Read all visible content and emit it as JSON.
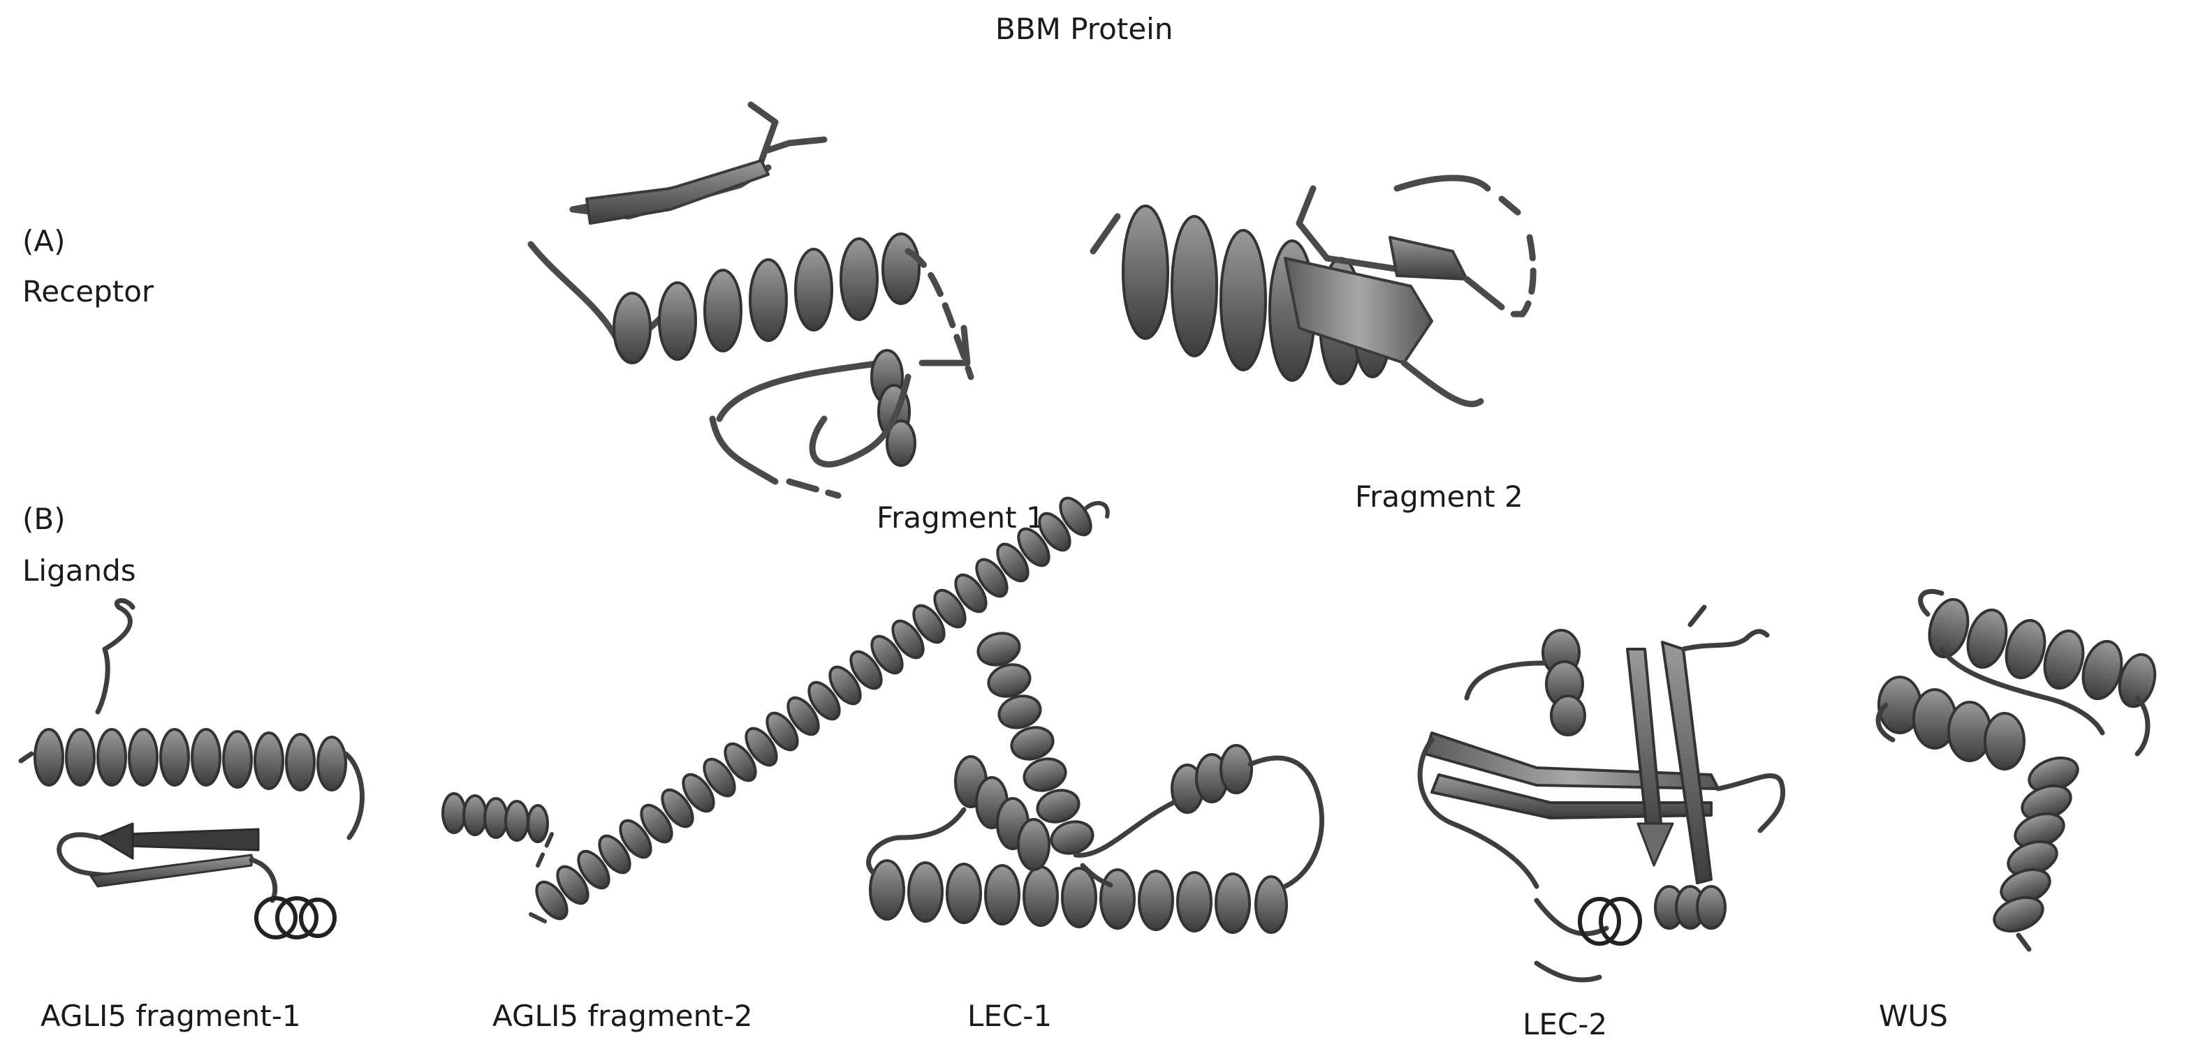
{
  "title": "BBM Protein",
  "section_a": {
    "tag": "(A)",
    "label": "Receptor"
  },
  "section_b": {
    "tag": "(B)",
    "label": "Ligands"
  },
  "receptors": [
    {
      "caption": "Fragment 1"
    },
    {
      "caption": "Fragment 2"
    }
  ],
  "ligands": [
    {
      "caption": "AGLI5 fragment-1"
    },
    {
      "caption": "AGLI5 fragment-2"
    },
    {
      "caption": "LEC-1"
    },
    {
      "caption": "LEC-2"
    },
    {
      "caption": "WUS"
    }
  ],
  "colors": {
    "ribbon": "#6d6d6d",
    "ribbon_dark": "#3a3a3a",
    "ribbon_light": "#b5b5b5",
    "text": "#1a1a1a"
  }
}
